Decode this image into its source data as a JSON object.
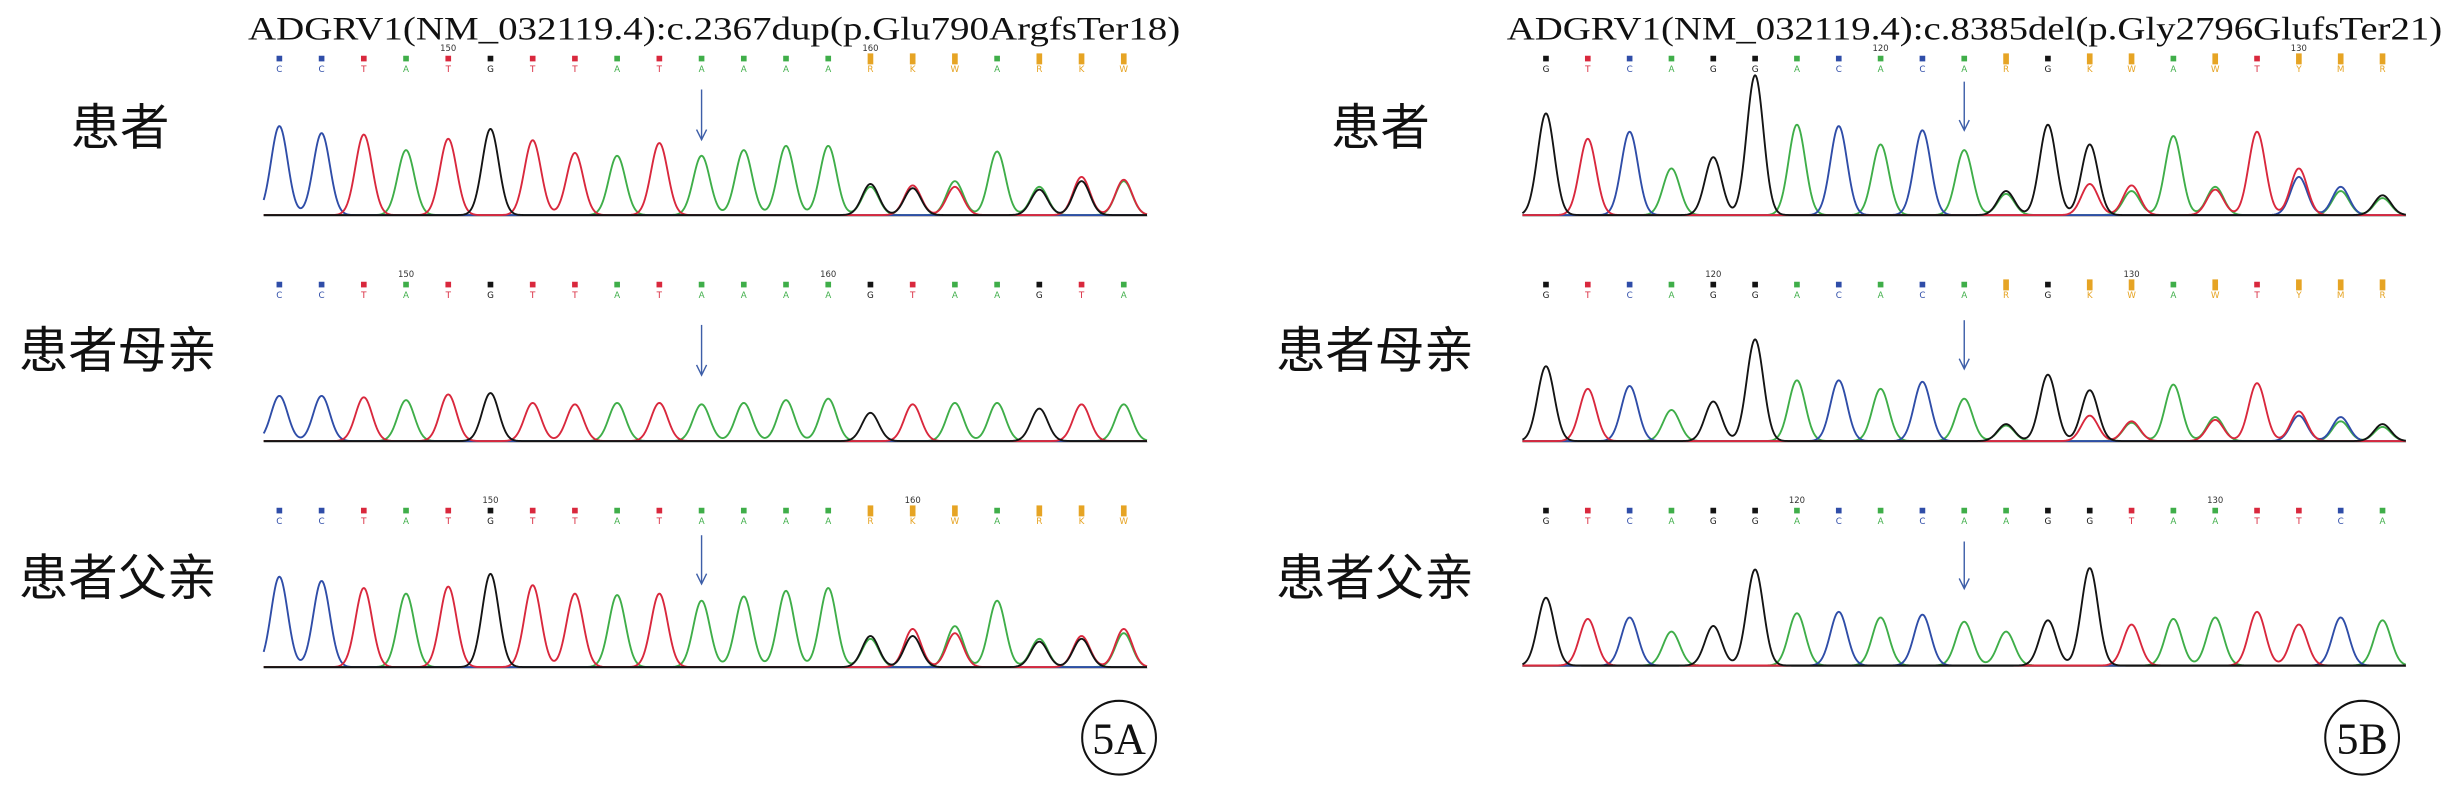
{
  "colors": {
    "A": "#3fae49",
    "C": "#2f4da8",
    "G": "#141414",
    "T": "#d9283d",
    "ambiguous": "#e6a424",
    "arrow": "#3d5ea8"
  },
  "chart_data": [
    {
      "type": "line",
      "panel_label": "5A",
      "title": "ADGRV1(NM_032119.4):c.2367dup(p.Glu790ArgfsTer18)",
      "ylim": [
        0,
        1
      ],
      "grid": false,
      "tracks": [
        {
          "label": "患者",
          "arrow_index": 10,
          "position_labels": [
            {
              "index": 4,
              "text": "150"
            },
            {
              "index": 14,
              "text": "160"
            }
          ],
          "calls": [
            "C",
            "C",
            "T",
            "A",
            "T",
            "G",
            "T",
            "T",
            "A",
            "T",
            "A",
            "A",
            "A",
            "A",
            "R",
            "K",
            "W",
            "A",
            "R",
            "K",
            "W"
          ],
          "peaks": [
            {
              "C": 0.63
            },
            {
              "C": 0.58
            },
            {
              "T": 0.57
            },
            {
              "A": 0.46
            },
            {
              "T": 0.54
            },
            {
              "G": 0.61
            },
            {
              "T": 0.53
            },
            {
              "T": 0.44
            },
            {
              "A": 0.42
            },
            {
              "T": 0.51
            },
            {
              "A": 0.42
            },
            {
              "A": 0.46
            },
            {
              "A": 0.49
            },
            {
              "A": 0.49
            },
            {
              "G": 0.22,
              "A": 0.2
            },
            {
              "T": 0.21,
              "G": 0.19
            },
            {
              "A": 0.24,
              "T": 0.2
            },
            {
              "A": 0.45
            },
            {
              "A": 0.2,
              "G": 0.18
            },
            {
              "T": 0.27,
              "G": 0.24
            },
            {
              "T": 0.25,
              "A": 0.24
            }
          ]
        },
        {
          "label": "患者母亲",
          "arrow_index": 10,
          "position_labels": [
            {
              "index": 3,
              "text": "150"
            },
            {
              "index": 13,
              "text": "160"
            }
          ],
          "calls": [
            "C",
            "C",
            "T",
            "A",
            "T",
            "G",
            "T",
            "T",
            "A",
            "T",
            "A",
            "A",
            "A",
            "A",
            "G",
            "T",
            "A",
            "A",
            "G",
            "T",
            "A"
          ],
          "peaks": [
            {
              "C": 0.32
            },
            {
              "C": 0.32
            },
            {
              "T": 0.31
            },
            {
              "A": 0.29
            },
            {
              "T": 0.33
            },
            {
              "G": 0.34
            },
            {
              "T": 0.27
            },
            {
              "T": 0.26
            },
            {
              "A": 0.27
            },
            {
              "T": 0.27
            },
            {
              "A": 0.26
            },
            {
              "A": 0.27
            },
            {
              "A": 0.29
            },
            {
              "A": 0.3
            },
            {
              "G": 0.2
            },
            {
              "T": 0.26
            },
            {
              "A": 0.27
            },
            {
              "A": 0.27
            },
            {
              "G": 0.23
            },
            {
              "T": 0.26
            },
            {
              "A": 0.26
            }
          ]
        },
        {
          "label": "患者父亲",
          "arrow_index": 10,
          "position_labels": [
            {
              "index": 5,
              "text": "150"
            },
            {
              "index": 15,
              "text": "160"
            }
          ],
          "calls": [
            "C",
            "C",
            "T",
            "A",
            "T",
            "G",
            "T",
            "T",
            "A",
            "T",
            "A",
            "A",
            "A",
            "A",
            "R",
            "K",
            "W",
            "A",
            "R",
            "K",
            "W"
          ],
          "peaks": [
            {
              "C": 0.64
            },
            {
              "C": 0.61
            },
            {
              "T": 0.56
            },
            {
              "A": 0.52
            },
            {
              "T": 0.57
            },
            {
              "G": 0.66
            },
            {
              "T": 0.58
            },
            {
              "T": 0.52
            },
            {
              "A": 0.51
            },
            {
              "T": 0.52
            },
            {
              "A": 0.47
            },
            {
              "A": 0.5
            },
            {
              "A": 0.54
            },
            {
              "A": 0.56
            },
            {
              "G": 0.22,
              "A": 0.2
            },
            {
              "T": 0.27,
              "G": 0.22
            },
            {
              "A": 0.29,
              "T": 0.24
            },
            {
              "A": 0.47
            },
            {
              "A": 0.2,
              "G": 0.18
            },
            {
              "T": 0.22,
              "G": 0.2
            },
            {
              "T": 0.27,
              "A": 0.24
            }
          ]
        }
      ]
    },
    {
      "type": "line",
      "panel_label": "5B",
      "title": "ADGRV1(NM_032119.4):c.8385del(p.Gly2796GlufsTer21)",
      "ylim": [
        0,
        1
      ],
      "grid": false,
      "tracks": [
        {
          "label": "患者",
          "arrow_index": 10,
          "position_labels": [
            {
              "index": 8,
              "text": "120"
            },
            {
              "index": 18,
              "text": "130"
            }
          ],
          "calls": [
            "G",
            "T",
            "C",
            "A",
            "G",
            "G",
            "A",
            "C",
            "A",
            "C",
            "A",
            "R",
            "G",
            "K",
            "W",
            "A",
            "W",
            "T",
            "Y",
            "M",
            "R"
          ],
          "peaks": [
            {
              "G": 0.72
            },
            {
              "T": 0.54
            },
            {
              "C": 0.59
            },
            {
              "A": 0.33
            },
            {
              "G": 0.41
            },
            {
              "G": 0.99
            },
            {
              "A": 0.64
            },
            {
              "C": 0.63
            },
            {
              "A": 0.5
            },
            {
              "C": 0.6
            },
            {
              "A": 0.46
            },
            {
              "A": 0.15,
              "G": 0.17
            },
            {
              "G": 0.64
            },
            {
              "G": 0.5,
              "T": 0.22
            },
            {
              "T": 0.21,
              "A": 0.17
            },
            {
              "A": 0.56
            },
            {
              "A": 0.2,
              "T": 0.18
            },
            {
              "T": 0.59
            },
            {
              "T": 0.33,
              "C": 0.27
            },
            {
              "C": 0.2,
              "A": 0.17
            },
            {
              "G": 0.14,
              "A": 0.12
            }
          ]
        },
        {
          "label": "患者母亲",
          "arrow_index": 10,
          "position_labels": [
            {
              "index": 4,
              "text": "120"
            },
            {
              "index": 14,
              "text": "130"
            }
          ],
          "calls": [
            "G",
            "T",
            "C",
            "A",
            "G",
            "G",
            "A",
            "C",
            "A",
            "C",
            "A",
            "R",
            "G",
            "K",
            "W",
            "A",
            "W",
            "T",
            "Y",
            "M",
            "R"
          ],
          "peaks": [
            {
              "G": 0.53
            },
            {
              "T": 0.37
            },
            {
              "C": 0.39
            },
            {
              "A": 0.22
            },
            {
              "G": 0.28
            },
            {
              "G": 0.72
            },
            {
              "A": 0.43
            },
            {
              "C": 0.43
            },
            {
              "A": 0.37
            },
            {
              "C": 0.42
            },
            {
              "A": 0.3
            },
            {
              "A": 0.11,
              "G": 0.12
            },
            {
              "G": 0.47
            },
            {
              "G": 0.36,
              "T": 0.18
            },
            {
              "T": 0.14,
              "A": 0.13
            },
            {
              "A": 0.4
            },
            {
              "A": 0.17,
              "T": 0.15
            },
            {
              "T": 0.41
            },
            {
              "T": 0.21,
              "C": 0.18
            },
            {
              "C": 0.17,
              "A": 0.14
            },
            {
              "G": 0.12,
              "A": 0.1
            }
          ]
        },
        {
          "label": "患者父亲",
          "arrow_index": 10,
          "position_labels": [
            {
              "index": 6,
              "text": "120"
            },
            {
              "index": 16,
              "text": "130"
            }
          ],
          "calls": [
            "G",
            "T",
            "C",
            "A",
            "G",
            "G",
            "A",
            "C",
            "A",
            "C",
            "A",
            "A",
            "G",
            "G",
            "T",
            "A",
            "A",
            "T",
            "T",
            "C",
            "A"
          ],
          "peaks": [
            {
              "G": 0.48
            },
            {
              "T": 0.33
            },
            {
              "C": 0.34
            },
            {
              "A": 0.24
            },
            {
              "G": 0.28
            },
            {
              "G": 0.68
            },
            {
              "A": 0.37
            },
            {
              "C": 0.38
            },
            {
              "A": 0.34
            },
            {
              "C": 0.36
            },
            {
              "A": 0.31
            },
            {
              "A": 0.24
            },
            {
              "G": 0.32
            },
            {
              "G": 0.69
            },
            {
              "T": 0.29
            },
            {
              "A": 0.33
            },
            {
              "A": 0.34
            },
            {
              "T": 0.38
            },
            {
              "T": 0.29
            },
            {
              "C": 0.34
            },
            {
              "A": 0.32
            }
          ]
        }
      ]
    }
  ]
}
